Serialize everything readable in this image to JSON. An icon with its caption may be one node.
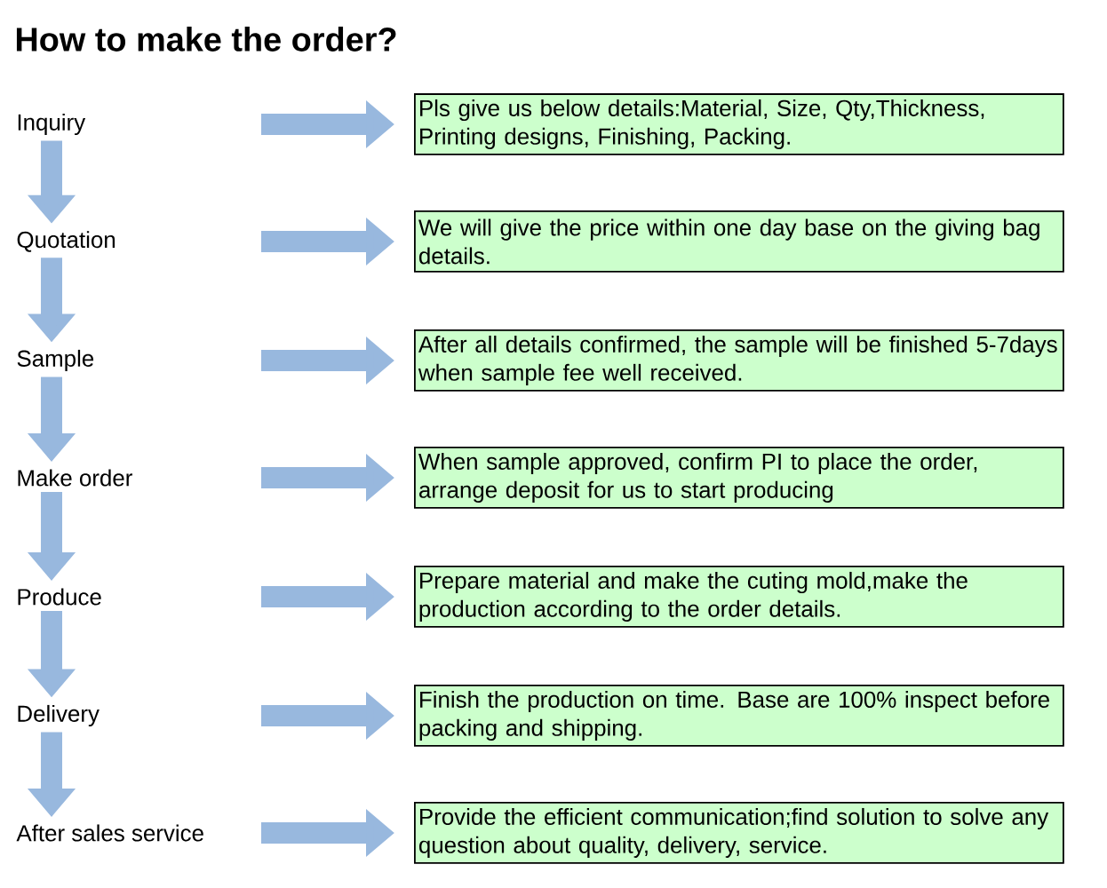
{
  "diagram": {
    "title": "How to make the order?",
    "nodes": [
      {
        "text": [
          "Inquiry"
        ]
      },
      {
        "text": [
          "Pls give us below details:Material, Size, Qty,Thickness, Printing designs, Finishing, Packing."
        ]
      },
      {
        "text": [
          "Quotation"
        ]
      },
      {
        "text": [
          "We will give the price within one day base on the giving bag details."
        ]
      },
      {
        "text": [
          "Sample"
        ]
      },
      {
        "text": [
          "After all details confirmed, the sample will be finished 5-7days when sample fee well received."
        ]
      },
      {
        "text": [
          "Make order"
        ]
      },
      {
        "text": [
          "When sample approved, confirm PI to place the order, arrange deposit for us to start producing"
        ]
      },
      {
        "text": [
          "Produce"
        ]
      },
      {
        "text": [
          "Prepare material and make the cuting mold,make the production according to the order details."
        ]
      },
      {
        "text": [
          "Delivery"
        ]
      },
      {
        "text": [
          "Finish the production on time. Base are 100% inspect before packing and shipping."
        ]
      },
      {
        "text": [
          "After sales service"
        ]
      },
      {
        "text": [
          "Provide the efficient communication;find solution to solve any question about quality, delivery, service."
        ]
      }
    ],
    "edges": [
      {
        "from": null,
        "to": 1,
        "arrow": "to"
      },
      {
        "from": 0,
        "to": 2,
        "arrow": "to"
      },
      {
        "from": null,
        "to": 3,
        "arrow": "to"
      },
      {
        "from": 2,
        "to": 4,
        "arrow": "to"
      },
      {
        "from": null,
        "to": 5,
        "arrow": "to"
      },
      {
        "from": 4,
        "to": 6,
        "arrow": "to"
      },
      {
        "from": null,
        "to": 7,
        "arrow": "to"
      },
      {
        "from": 6,
        "to": 8,
        "arrow": "to"
      },
      {
        "from": null,
        "to": 9,
        "arrow": "to"
      },
      {
        "from": 8,
        "to": 10,
        "arrow": "to"
      },
      {
        "from": null,
        "to": 11,
        "arrow": "to"
      },
      {
        "from": 10,
        "to": 12,
        "arrow": "to"
      },
      {
        "from": null,
        "to": 13,
        "arrow": "to"
      }
    ]
  }
}
